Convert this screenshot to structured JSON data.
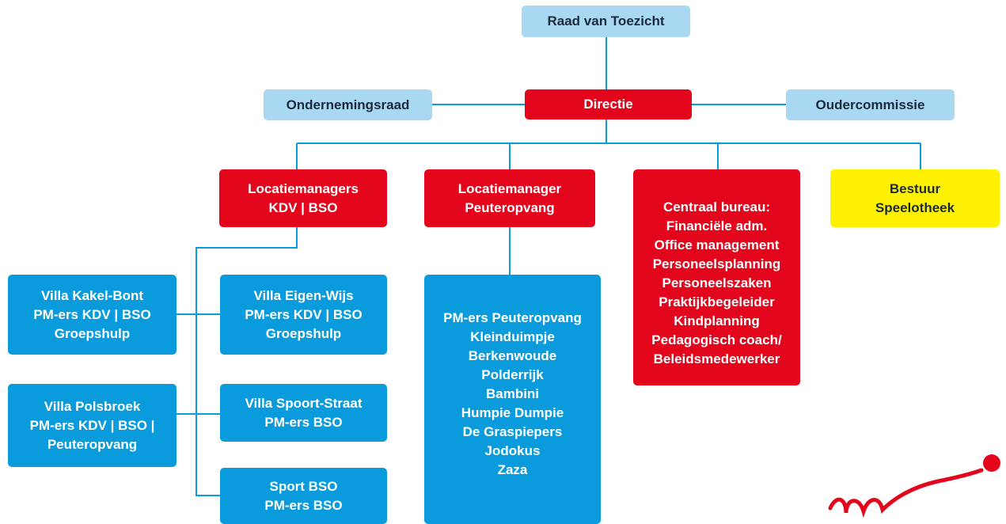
{
  "colors": {
    "light_blue": "#a8d8f2",
    "red": "#e3051b",
    "blue": "#0a9bdc",
    "yellow": "#fff200",
    "line": "#0a9bdc"
  },
  "org": {
    "raad": {
      "lines": [
        "Raad van Toezicht"
      ]
    },
    "directie": {
      "lines": [
        "Directie"
      ]
    },
    "ondernemingsraad": {
      "lines": [
        "Ondernemingsraad"
      ]
    },
    "oudercommissie": {
      "lines": [
        "Oudercommissie"
      ]
    },
    "locatiemanagers_kdv_bso": {
      "lines": [
        "Locatiemanagers",
        "KDV | BSO"
      ]
    },
    "locatiemanager_peuteropvang": {
      "lines": [
        "Locatiemanager",
        "Peuteropvang"
      ]
    },
    "centraal_bureau": {
      "lines": [
        "Centraal bureau:",
        "Financiële adm.",
        "Office management",
        "Personeelsplanning",
        "Personeelszaken",
        "Praktijkbegeleider",
        "Kindplanning",
        "Pedagogisch coach/",
        "Beleidsmedewerker"
      ]
    },
    "bestuur_speelotheek": {
      "lines": [
        "Bestuur",
        "Speelotheek"
      ]
    },
    "villa_kakel_bont": {
      "lines": [
        "Villa Kakel-Bont",
        "PM-ers KDV | BSO",
        "Groepshulp"
      ]
    },
    "villa_eigen_wijs": {
      "lines": [
        "Villa Eigen-Wijs",
        "PM-ers KDV | BSO",
        "Groepshulp"
      ]
    },
    "villa_polsbroek": {
      "lines": [
        "Villa Polsbroek",
        "PM-ers KDV | BSO |",
        "Peuteropvang"
      ]
    },
    "villa_spoort_straat": {
      "lines": [
        "Villa Spoort-Straat",
        "PM-ers BSO"
      ]
    },
    "sport_bso": {
      "lines": [
        "Sport BSO",
        "PM-ers BSO"
      ]
    },
    "pm_peuteropvang": {
      "lines": [
        "PM-ers Peuteropvang",
        "Kleinduimpje",
        "Berkenwoude",
        "Polderrijk",
        "Bambini",
        "Humpie Dumpie",
        "De Graspiepers",
        "Jodokus",
        "Zaza"
      ]
    }
  }
}
